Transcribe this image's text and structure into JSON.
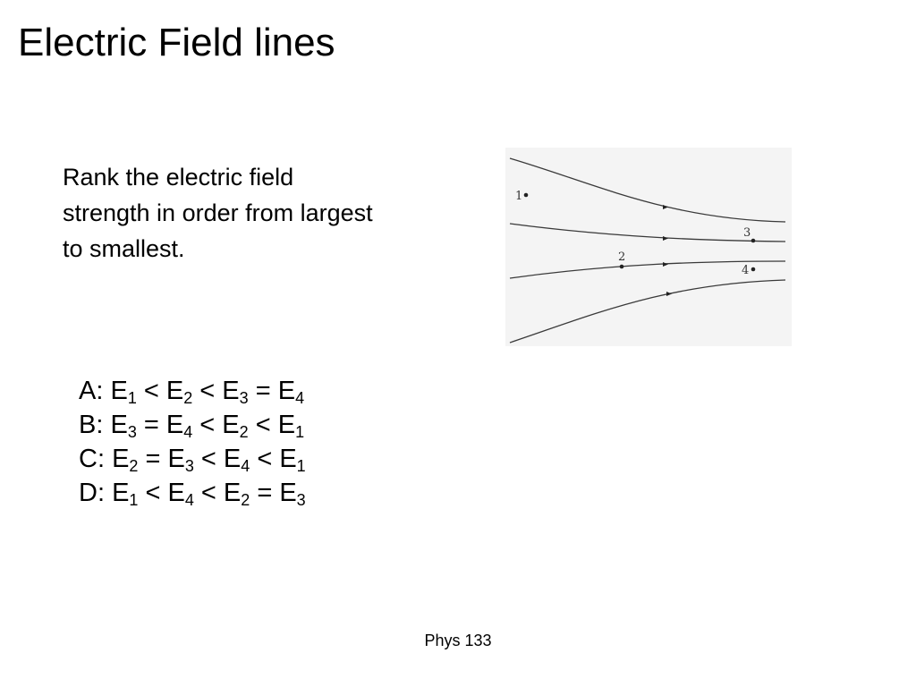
{
  "slide": {
    "title": "Electric Field lines",
    "question_lines": [
      "Rank the electric field",
      "strength in order from largest",
      "to smallest."
    ],
    "options": [
      {
        "label": "A",
        "parts": [
          {
            "t": "E",
            "sub": "1"
          },
          {
            "t": " < E",
            "sub": "2"
          },
          {
            "t": " < E",
            "sub": "3"
          },
          {
            "t": " = E",
            "sub": "4"
          }
        ]
      },
      {
        "label": "B",
        "parts": [
          {
            "t": "E",
            "sub": "3"
          },
          {
            "t": " = E",
            "sub": "4"
          },
          {
            "t": " < E",
            "sub": "2"
          },
          {
            "t": " < E",
            "sub": "1"
          }
        ]
      },
      {
        "label": "C",
        "parts": [
          {
            "t": "E",
            "sub": "2"
          },
          {
            "t": " = E",
            "sub": "3"
          },
          {
            "t": " < E",
            "sub": "4"
          },
          {
            "t": " < E",
            "sub": "1"
          }
        ]
      },
      {
        "label": "D",
        "parts": [
          {
            "t": "E",
            "sub": "1"
          },
          {
            "t": " < E",
            "sub": "4"
          },
          {
            "t": " < E",
            "sub": "2"
          },
          {
            "t": " = E",
            "sub": "3"
          }
        ]
      }
    ],
    "footer": "Phys 133"
  },
  "diagram": {
    "point_labels": [
      "1",
      "2",
      "3",
      "4"
    ]
  }
}
